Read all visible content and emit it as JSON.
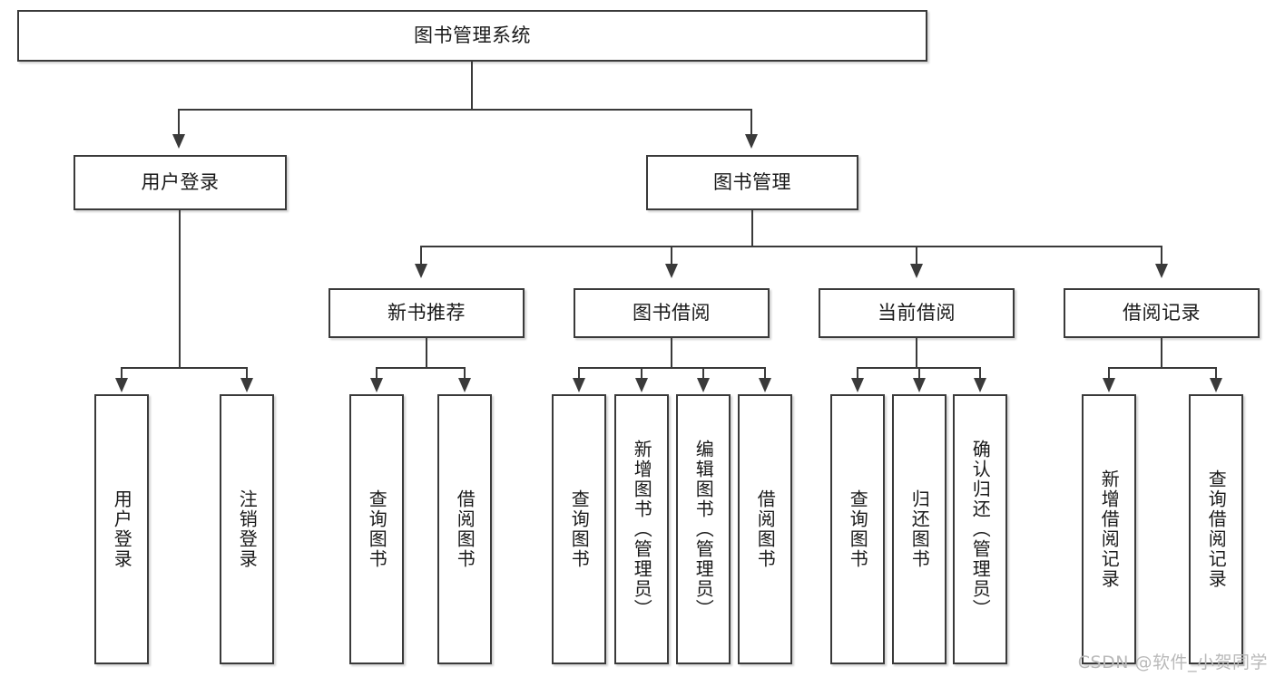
{
  "diagram": {
    "title": "图书管理系统",
    "root": {
      "label": "图书管理系统"
    },
    "level1": [
      {
        "label": "用户登录"
      },
      {
        "label": "图书管理"
      }
    ],
    "level2": [
      {
        "label": "新书推荐"
      },
      {
        "label": "图书借阅"
      },
      {
        "label": "当前借阅"
      },
      {
        "label": "借阅记录"
      }
    ],
    "leaves": {
      "user_login": [
        {
          "label": "用户登录"
        },
        {
          "label": "注销登录"
        }
      ],
      "new_book_recommend": [
        {
          "label": "查询图书"
        },
        {
          "label": "借阅图书"
        }
      ],
      "book_borrow": [
        {
          "label": "查询图书"
        },
        {
          "label": "新增图书（管理员）"
        },
        {
          "label": "编辑图书（管理员）"
        },
        {
          "label": "借阅图书"
        }
      ],
      "current_borrow": [
        {
          "label": "查询图书"
        },
        {
          "label": "归还图书"
        },
        {
          "label": "确认归还（管理员）"
        }
      ],
      "borrow_record": [
        {
          "label": "新增借阅记录"
        },
        {
          "label": "查询借阅记录"
        }
      ]
    }
  },
  "watermark": {
    "text": "CSDN @软件_小贺同学"
  },
  "colors": {
    "stroke": "#3a3a3a",
    "text": "#1a1a1a",
    "background": "#ffffff",
    "watermark": "#b9b9b9"
  }
}
